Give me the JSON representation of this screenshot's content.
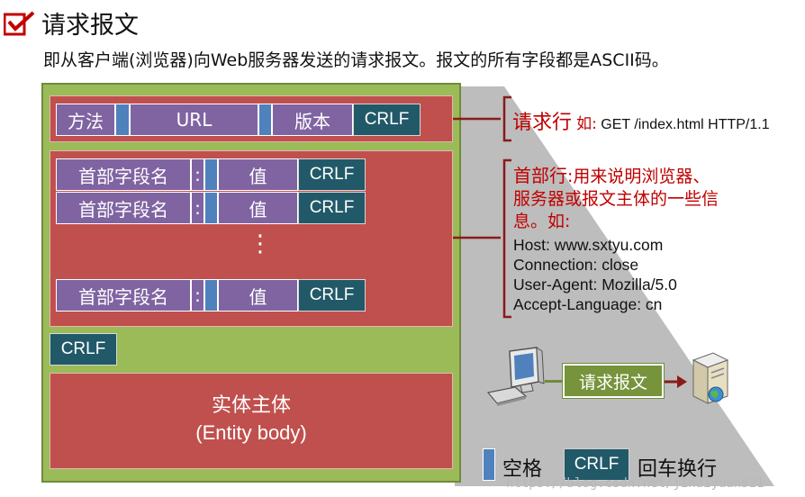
{
  "header": {
    "title": "请求报文",
    "subtitle": "即从客户端(浏览器)向Web服务器发送的请求报文。报文的所有字段都是ASCII码。"
  },
  "request_line": {
    "method": "方法",
    "url": "URL",
    "version": "版本",
    "crlf": "CRLF"
  },
  "header_rows": [
    {
      "name": "首部字段名",
      "colon": ":",
      "value": "值",
      "crlf": "CRLF"
    },
    {
      "name": "首部字段名",
      "colon": ":",
      "value": "值",
      "crlf": "CRLF"
    },
    {
      "name": "首部字段名",
      "colon": ":",
      "value": "值",
      "crlf": "CRLF"
    }
  ],
  "ellipsis": "⋮",
  "blank_line_crlf": "CRLF",
  "entity_body": {
    "line1": "实体主体",
    "line2": "(Entity body)"
  },
  "callout_request_line": {
    "label": "请求行",
    "example": "如: GET /index.html HTTP/1.1"
  },
  "callout_headers": {
    "label": "首部行",
    "desc1": ":用来说明浏览器、",
    "desc2": "服务器或报文主体的一些信",
    "desc3": "息。如:",
    "examples": [
      "Host: www.sxtyu.com",
      "Connection: close",
      "User-Agent: Mozilla/5.0",
      "Accept-Language: cn"
    ]
  },
  "flow": {
    "client_icon": "computer-icon",
    "message_label": "请求报文",
    "server_icon": "server-icon"
  },
  "legend": {
    "space_label": "空格",
    "crlf_box": "CRLF",
    "crlf_label": "回车换行"
  },
  "watermark": "https://blog.csdn.net/jinaiyuan521",
  "colors": {
    "green": "#9bbb59",
    "red": "#c0504d",
    "purple": "#8064a2",
    "teal": "#215968",
    "blue": "#4f81bd",
    "dark_red": "#c00000"
  }
}
